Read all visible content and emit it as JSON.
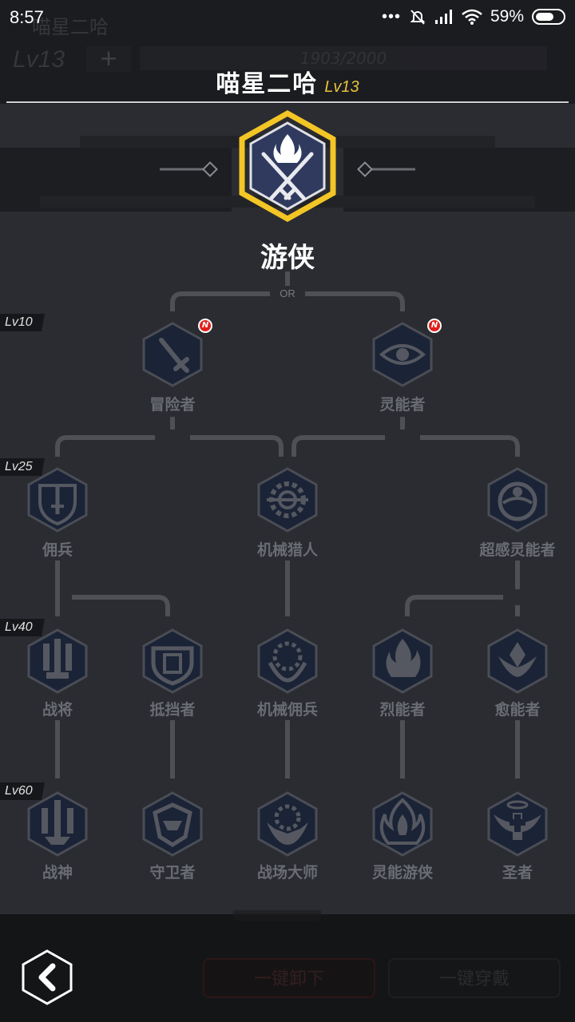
{
  "status_bar": {
    "time": "8:57",
    "battery": "59%"
  },
  "background": {
    "name": "喵星二哈",
    "level": "Lv13",
    "exp": "1903/2000",
    "plus": "+"
  },
  "header": {
    "name": "喵星二哈",
    "level": "Lv13"
  },
  "main_class": {
    "name": "游侠"
  },
  "or_label": "OR",
  "levels": {
    "l10": "Lv10",
    "l25": "Lv25",
    "l40": "Lv40",
    "l60": "Lv60"
  },
  "new_badge": "N",
  "nodes": {
    "adventurer": "冒险者",
    "psionic": "灵能者",
    "mercenary": "佣兵",
    "mech_hunter": "机械猎人",
    "super_psionic": "超感灵能者",
    "warlord": "战将",
    "blocker": "抵挡者",
    "mech_mercenary": "机械佣兵",
    "pyro": "烈能者",
    "healer": "愈能者",
    "war_god": "战神",
    "guardian": "守卫者",
    "battle_master": "战场大师",
    "psi_ranger": "灵能游侠",
    "saint": "圣者"
  },
  "buttons": {
    "unequip_all": "一键卸下",
    "equip_all": "一键穿戴"
  },
  "icons": [
    "back-icon",
    "crossed-swords-flame-icon",
    "sword-icon",
    "eye-icon",
    "shield-sword-icon",
    "gear-icon",
    "orb-icon",
    "fire-icon",
    "lotus-icon",
    "helmet-icon",
    "winged-cross-icon"
  ],
  "colors": {
    "gold": "#e6c33a",
    "panel": "#2a2c31",
    "node_fill": "#1b2336",
    "node_border": "#4a4d55",
    "muted_text": "#6a6c73"
  }
}
